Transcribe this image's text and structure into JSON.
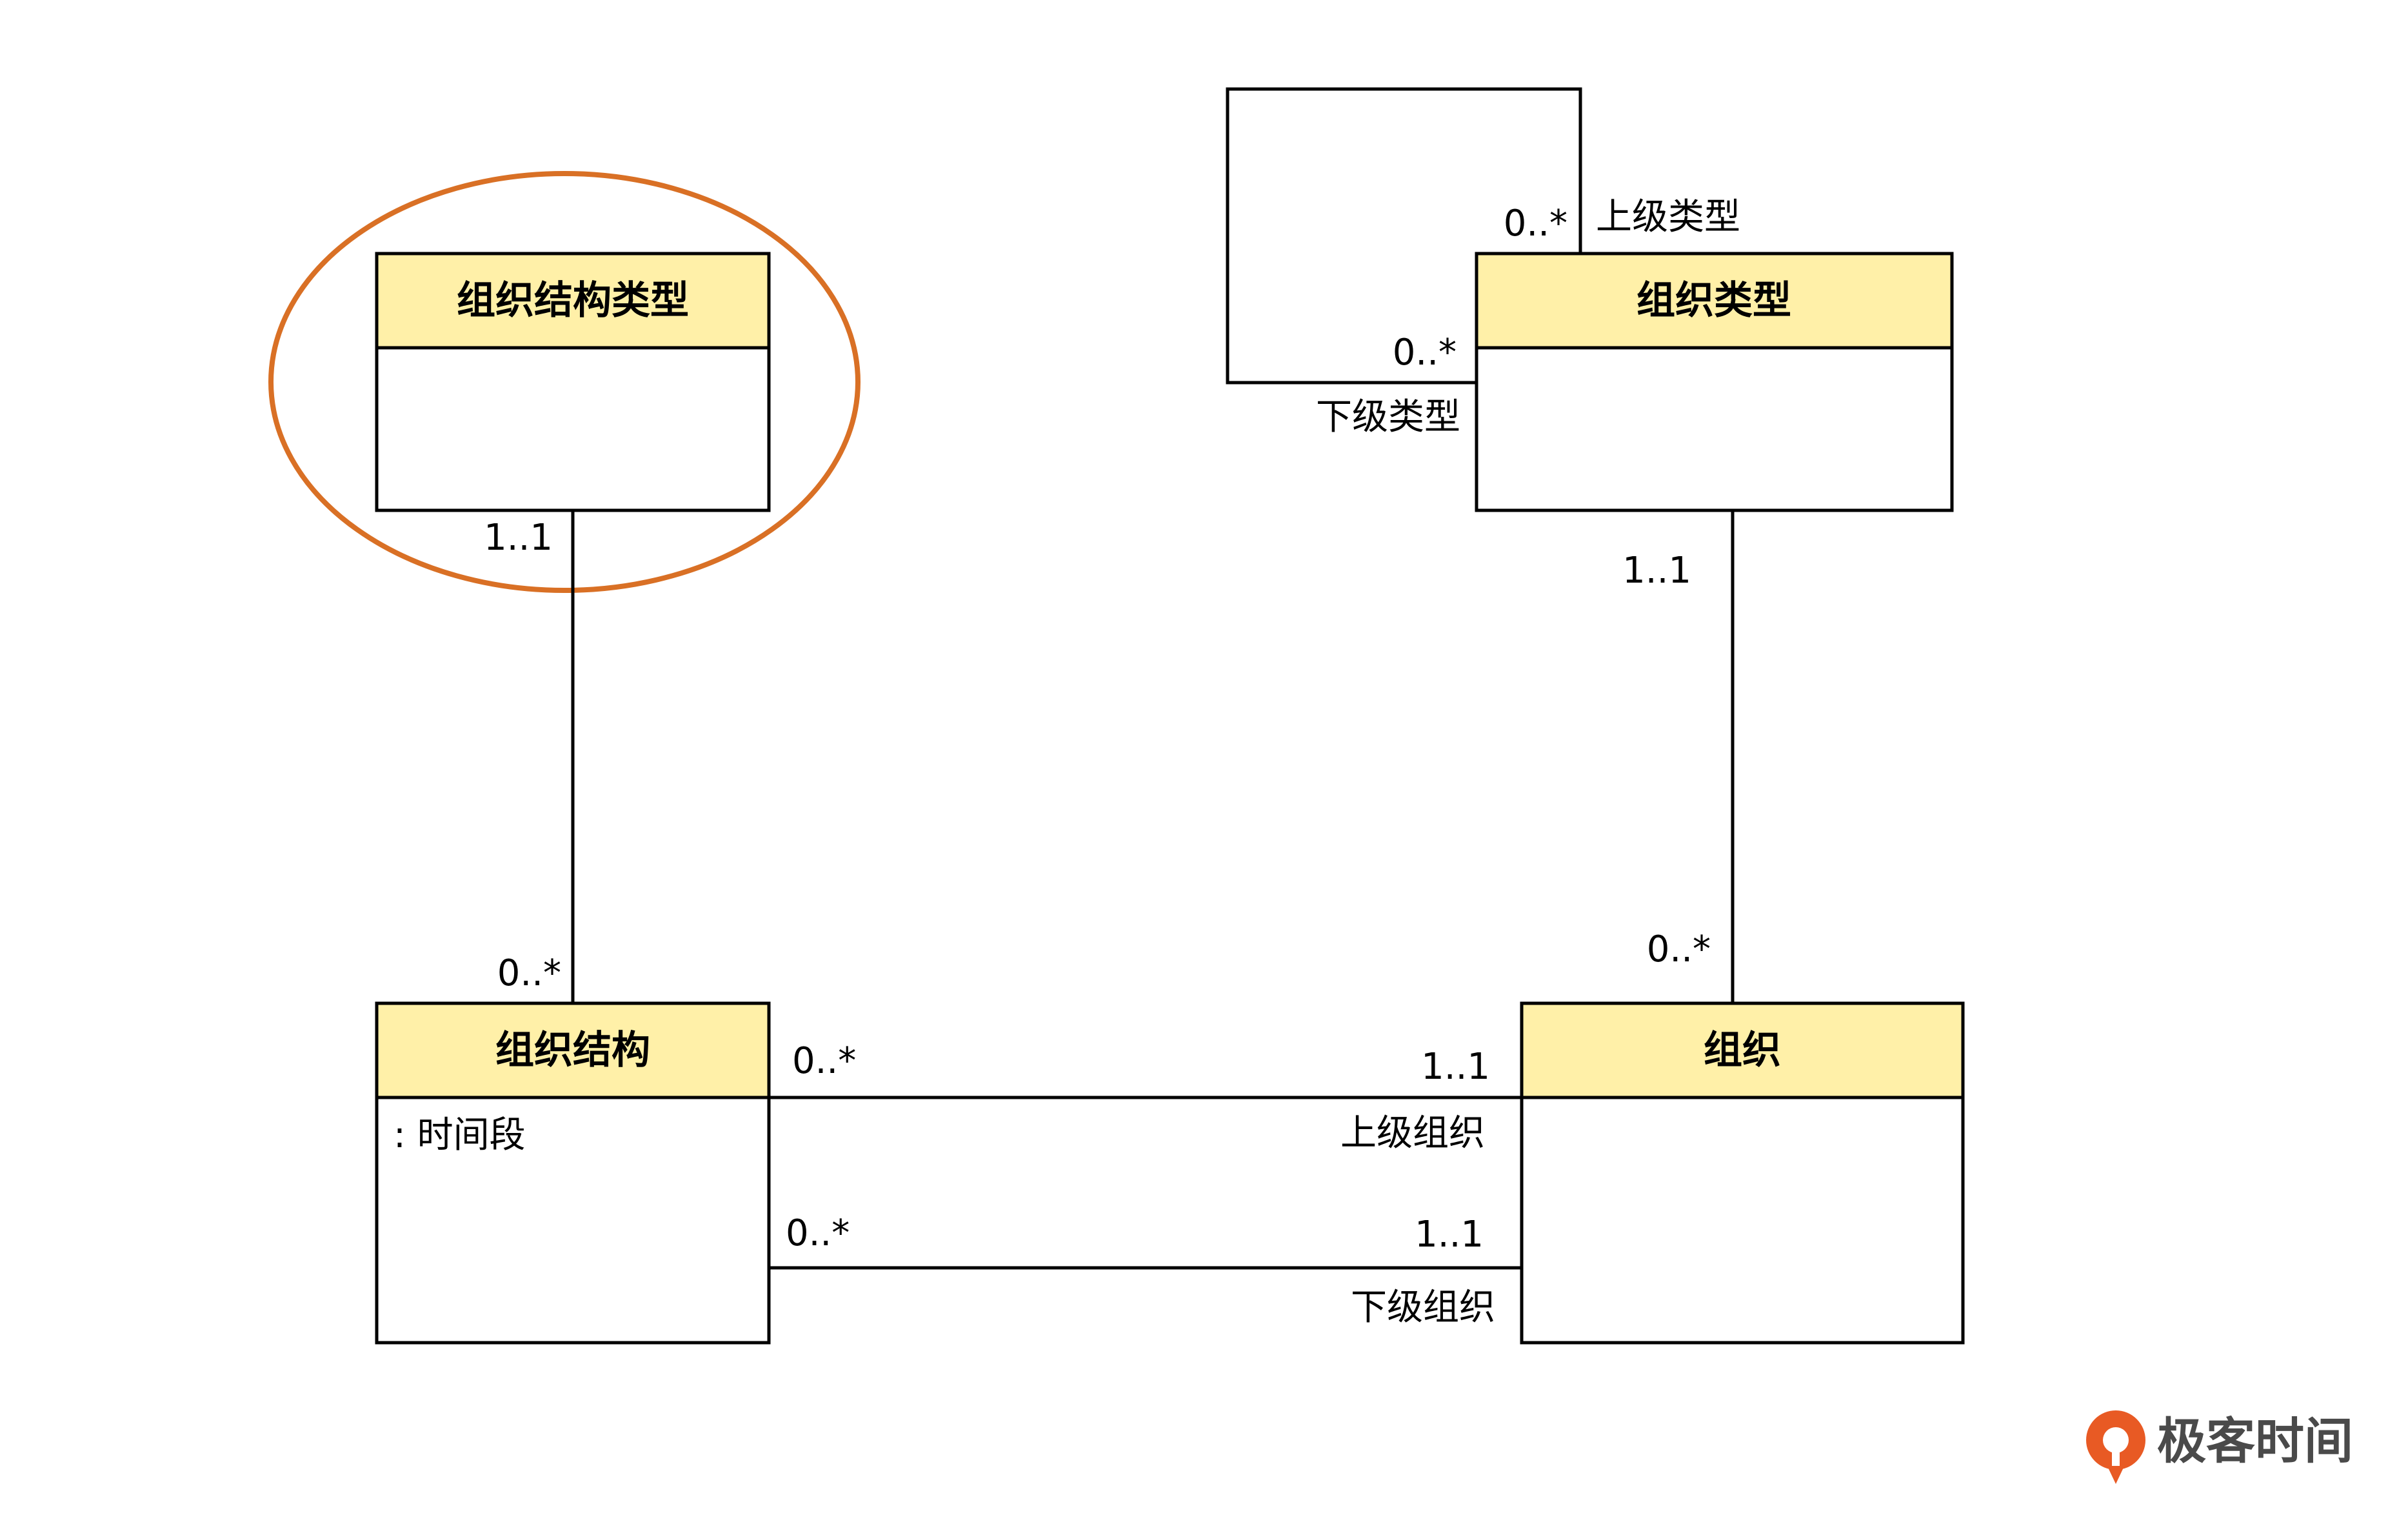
{
  "classes": {
    "org_structure_type": {
      "name": "组织结构类型"
    },
    "org_type": {
      "name": "组织类型"
    },
    "org_structure": {
      "name": "组织结构",
      "attribute": ": 时间段"
    },
    "org": {
      "name": "组织"
    }
  },
  "associations": {
    "type_self": {
      "upper_mult": "0..*",
      "upper_role": "上级类型",
      "lower_mult": "0..*",
      "lower_role": "下级类型"
    },
    "structtype_struct": {
      "type_mult": "1..1",
      "struct_mult": "0..*"
    },
    "orgtype_org": {
      "type_mult": "1..1",
      "org_mult": "0..*"
    },
    "struct_org_parent": {
      "struct_mult": "0..*",
      "org_mult": "1..1",
      "role": "上级组织"
    },
    "struct_org_child": {
      "struct_mult": "0..*",
      "org_mult": "1..1",
      "role": "下级组织"
    }
  },
  "colors": {
    "class_header": "#FFF0A8",
    "highlight_ellipse": "#D97025",
    "logo": "#E85A24"
  },
  "logo": {
    "text": "极客时间",
    "icon": "geektime-logo-icon"
  }
}
